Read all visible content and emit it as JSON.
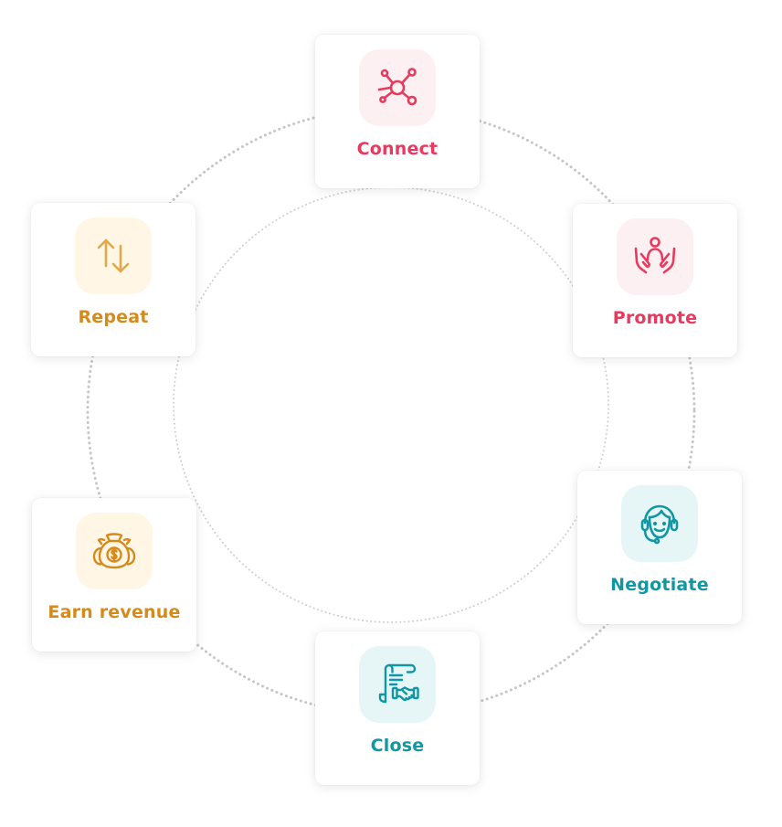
{
  "steps": [
    {
      "label": "Connect",
      "icon": "network-nodes-icon",
      "color": "#e83a5e"
    },
    {
      "label": "Promote",
      "icon": "hands-person-icon",
      "color": "#e83a5e"
    },
    {
      "label": "Negotiate",
      "icon": "headset-agent-icon",
      "color": "#1196a3"
    },
    {
      "label": "Close",
      "icon": "contract-handshake-icon",
      "color": "#1196a3"
    },
    {
      "label": "Earn revenue",
      "icon": "money-bags-icon",
      "color": "#d68a1a"
    },
    {
      "label": "Repeat",
      "icon": "swap-arrows-icon",
      "color": "#d68a1a"
    }
  ]
}
